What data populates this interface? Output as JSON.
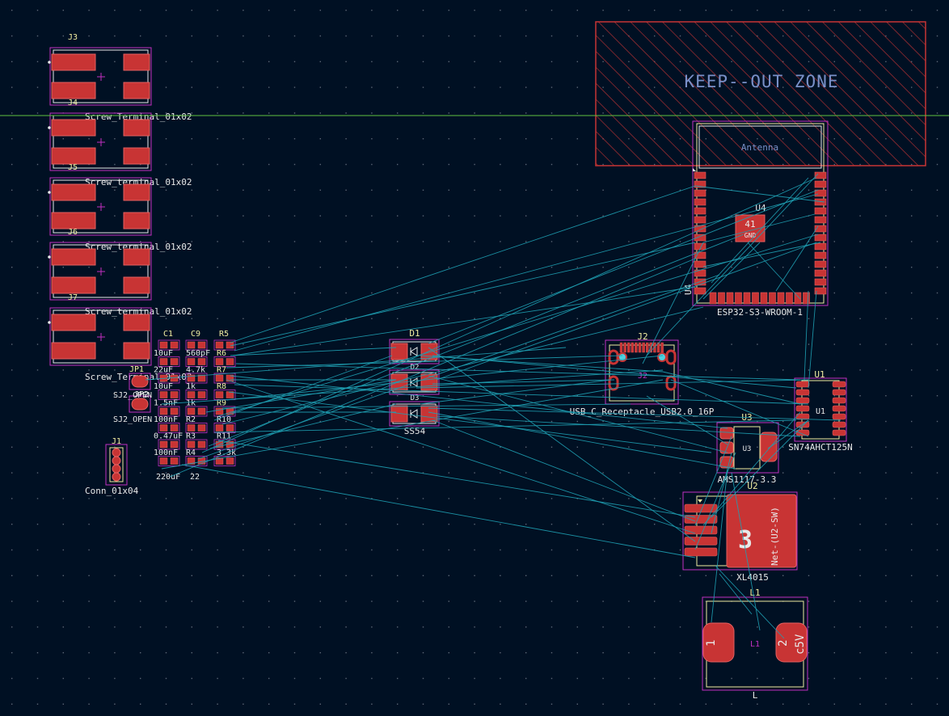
{
  "colors": {
    "background": "#001023",
    "grid": "#5b6675",
    "pad": "#c83434",
    "pad_stroke": "#e46060",
    "courtyard": "#c230c2",
    "silkscreen": "#f2eda1",
    "fab": "#e8e8e8",
    "ratsnest": "#1f9fb2",
    "keepout": "#c83434",
    "keepout_text": "#7a90c8",
    "cursor_line": "#5fbf3f"
  },
  "keepout": {
    "label": "KEEP--OUT ZONE",
    "antenna_label": "Antenna"
  },
  "screw_terminals": [
    {
      "ref": "J3",
      "value": "Screw_Terminal_01x02"
    },
    {
      "ref": "J4",
      "value": "Screw_terminal_01x02"
    },
    {
      "ref": "J5",
      "value": "Screw_terminal_01x02"
    },
    {
      "ref": "J6",
      "value": "Screw_terminal_01x02"
    },
    {
      "ref": "J7",
      "value": "Screw_terminal_01x02"
    }
  ],
  "last_terminal_value": "Screw_Terminal_01x02",
  "passives": {
    "col1_header": "C1",
    "col2_header": "C9",
    "col3_header": "R5",
    "row_labels": [
      [
        "10uF",
        "560pF",
        "R6"
      ],
      [
        "22uF",
        "4.7k",
        "R7"
      ],
      [
        "10uF",
        "1k",
        "R8"
      ],
      [
        "1.5nF",
        "1k",
        "R9"
      ],
      [
        "100nF",
        "R2",
        "R10"
      ],
      [
        "0.47uF",
        "R3",
        "R11"
      ],
      [
        "100nF",
        "R4",
        "3.3k"
      ]
    ],
    "bottom_left": "220uF",
    "bottom_mid": "22"
  },
  "jumpers": [
    {
      "ref": "JP1",
      "value": "SJ2_OPEN"
    },
    {
      "ref": "JP2",
      "value": "SJ2_OPEN"
    }
  ],
  "connector": {
    "ref": "J1",
    "value": "Conn_01x04"
  },
  "diodes": {
    "ref": "D1",
    "refs": [
      "D2",
      "D3"
    ],
    "value": "SS54"
  },
  "usb": {
    "ref": "J2",
    "value": "USB_C_Receptacle_USB2.0_16P"
  },
  "esp": {
    "ref": "U4",
    "value": "ESP32-S3-WROOM-1",
    "pad41_num": "41",
    "pad41_net": "GND"
  },
  "buffer": {
    "ref": "U1",
    "value": "SN74AHCT125N"
  },
  "ldo": {
    "ref": "U3",
    "value": "AMS1117-3.3"
  },
  "regulator": {
    "ref": "U2",
    "value": "XL4015",
    "big_pad": "3",
    "net_label": "Net-(U2-SW)"
  },
  "inductor": {
    "ref": "L1",
    "value": "L",
    "pad1": "1",
    "pad2": "2",
    "pad2_net": "c5V"
  }
}
